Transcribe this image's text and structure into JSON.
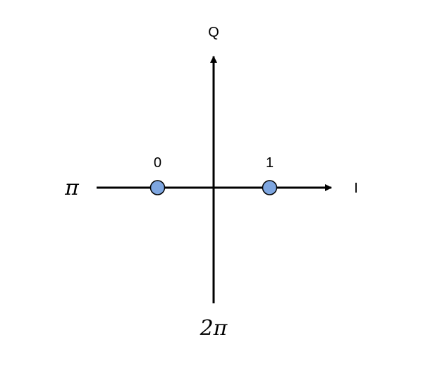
{
  "diagram": {
    "axis_labels": {
      "q": "Q",
      "i": "I",
      "left_phase": "π",
      "bottom_phase": "2π"
    },
    "points": [
      {
        "label": "0",
        "i": -1,
        "q": 0
      },
      {
        "label": "1",
        "i": 1,
        "q": 0
      }
    ],
    "colors": {
      "point_fill": "#7ea6e0",
      "stroke": "#000000"
    }
  }
}
